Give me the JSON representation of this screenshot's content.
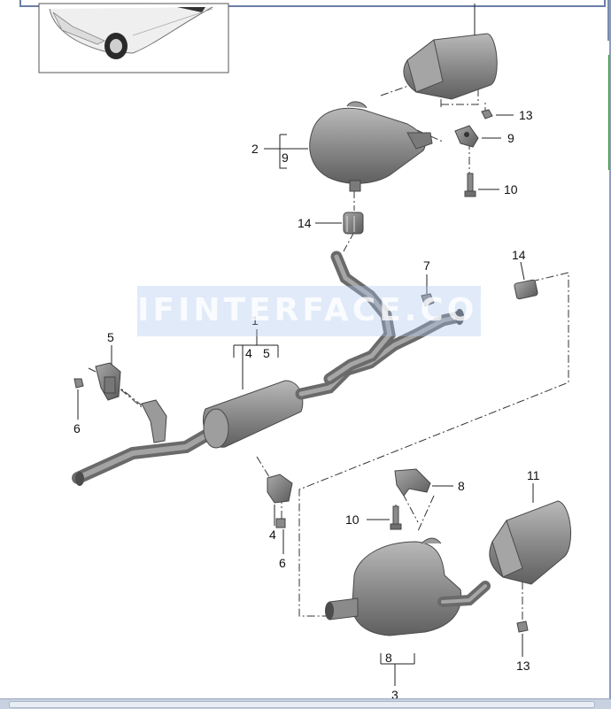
{
  "callouts": {
    "c1": "1",
    "c2": "2",
    "c3": "3",
    "c4a": "4",
    "c5a": "5",
    "c4b": "4",
    "c5b": "5",
    "c6a": "6",
    "c6b": "6",
    "c7": "7",
    "c8a": "8",
    "c8b": "8",
    "c9a": "9",
    "c9b": "9",
    "c10a": "10",
    "c10b": "10",
    "c11": "11",
    "c13a": "13",
    "c13b": "13",
    "c14a": "14",
    "c14b": "14"
  },
  "watermark": "IFINTERFACE.COM",
  "colors": {
    "part_fill": "#8a8a8a",
    "part_dark": "#5e5e5e",
    "part_light": "#b8b8b8",
    "window_frame": "#6c7fa7"
  }
}
